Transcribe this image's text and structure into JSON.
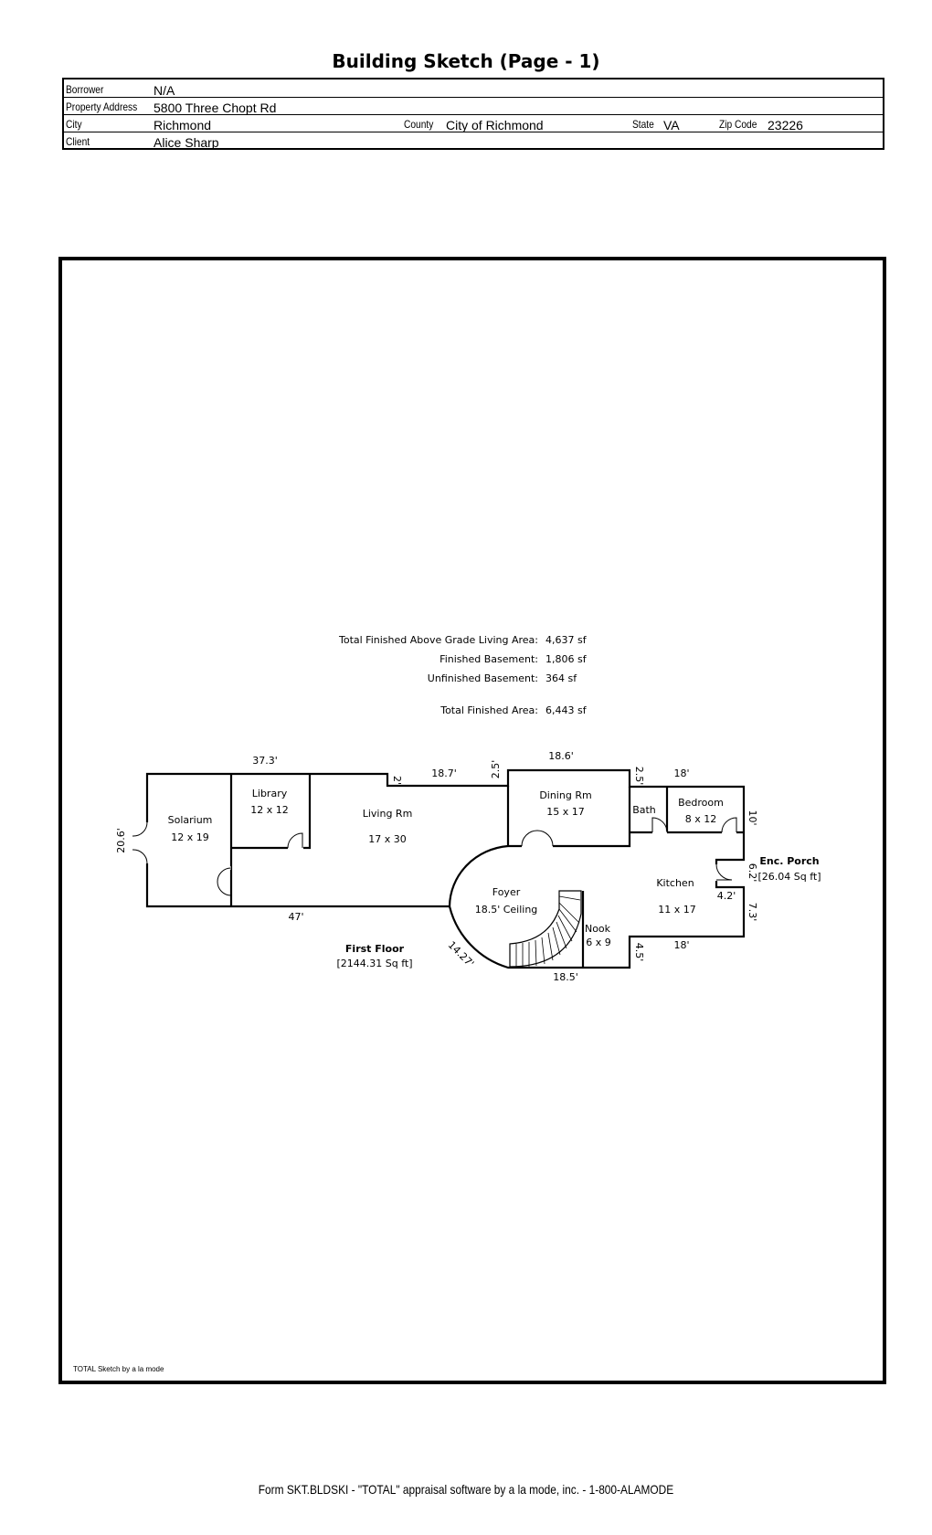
{
  "page_title": "Building Sketch (Page - 1)",
  "info": {
    "borrower_label": "Borrower",
    "borrower": "N/A",
    "address_label": "Property Address",
    "address": "5800 Three Chopt Rd",
    "city_label": "City",
    "city": "Richmond",
    "county_label": "County",
    "county": "City of Richmond",
    "state_label": "State",
    "state": "VA",
    "zip_label": "Zip Code",
    "zip": "23226",
    "client_label": "Client",
    "client": "Alice Sharp"
  },
  "areas": {
    "above_grade_label": "Total Finished Above Grade Living Area:",
    "above_grade": "4,637 sf",
    "finished_basement_label": "Finished Basement:",
    "finished_basement": "1,806 sf",
    "unfinished_basement_label": "Unfinished Basement:",
    "unfinished_basement": "364 sf",
    "total_label": "Total Finished Area:",
    "total": "6,443 sf"
  },
  "rooms": {
    "solarium": "Solarium",
    "solarium_size": "12 x 19",
    "library": "Library",
    "library_size": "12 x 12",
    "living": "Living Rm",
    "living_size": "17 x 30",
    "dining": "Dining Rm",
    "dining_size": "15 x 17",
    "bath": "Bath",
    "bedroom": "Bedroom",
    "bedroom_size": "8 x 12",
    "kitchen": "Kitchen",
    "kitchen_size": "11 x 17",
    "foyer": "Foyer",
    "foyer_size": "18.5' Ceiling",
    "nook": "Nook",
    "nook_size": "6 x 9",
    "porch": "Enc. Porch",
    "porch_area": "[26.04 Sq ft]",
    "floor": "First Floor",
    "floor_area": "[2144.31 Sq ft]"
  },
  "dims": {
    "d1": "37.3'",
    "d2": "2'",
    "d3": "18.7'",
    "d4": "2.5'",
    "d5": "18.6'",
    "d6": "2.5'",
    "d7": "18'",
    "d8": "10'",
    "d9": "6.2'",
    "d10": "4.2'",
    "d11": "7.3'",
    "d12": "18'",
    "d13": "4.5'",
    "d14": "18.5'",
    "d15": "14.27'",
    "d16": "47'",
    "d17": "20.6'"
  },
  "credit": "TOTAL Sketch by a la mode",
  "footer": "Form SKT.BLDSKI - \"TOTAL\" appraisal software by a la mode, inc. - 1-800-ALAMODE"
}
